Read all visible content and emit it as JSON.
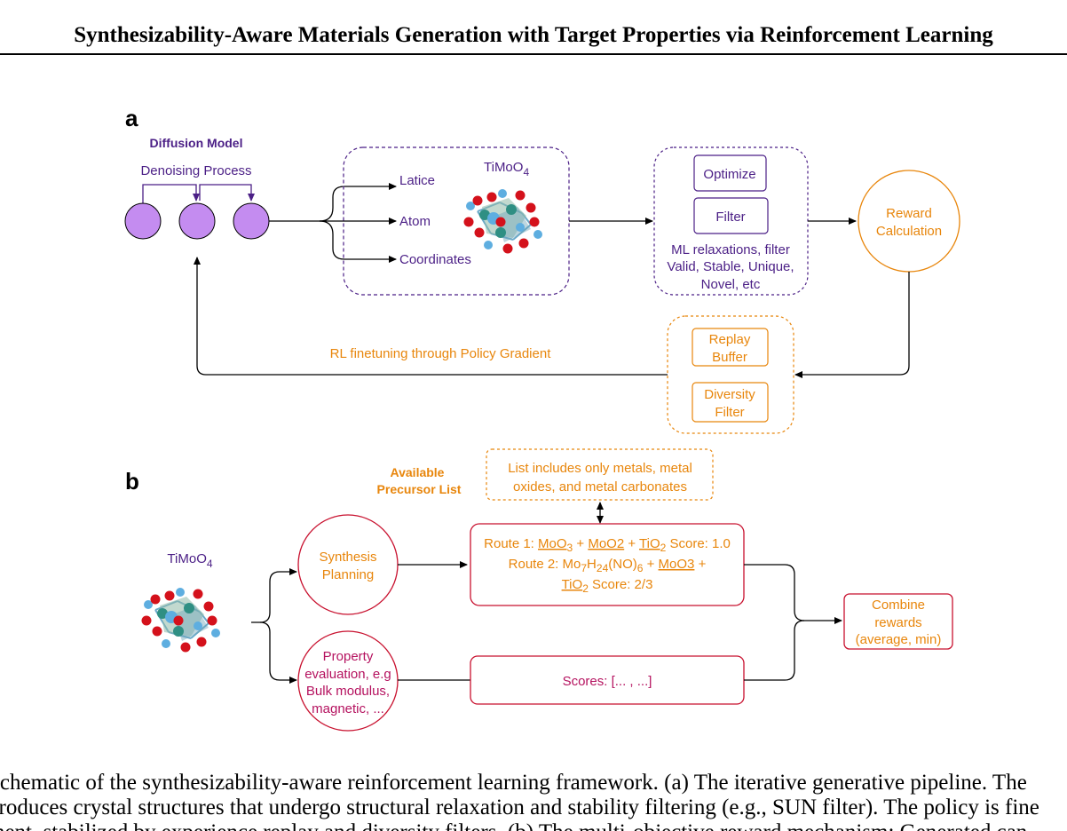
{
  "header": {
    "title": "Synthesizability-Aware Materials Generation with Target Properties via Reinforcement Learning"
  },
  "panel_a": {
    "label": "a",
    "model_title": "Diffusion Model",
    "process_label": "Denoising Process",
    "outputs": [
      "Latice",
      "Atom",
      "Coordinates"
    ],
    "formula": "TiMoO",
    "formula_sub": "4",
    "optimize_label": "Optimize",
    "filter_label": "Filter",
    "filter_note": [
      "ML relaxations, filter",
      "Valid, Stable, Unique,",
      "Novel, etc"
    ],
    "reward_label": [
      "Reward",
      "Calculation"
    ],
    "rl_label": "RL finetuning through Policy Gradient",
    "replay_label": [
      "Replay",
      "Buffer"
    ],
    "diversity_label": [
      "Diversity",
      "Filter"
    ]
  },
  "panel_b": {
    "label": "b",
    "formula": "TiMoO",
    "formula_sub": "4",
    "precursor_title": [
      "Available",
      "Precursor List"
    ],
    "precursor_note": [
      "List includes only metals, metal",
      "oxides, and metal carbonates"
    ],
    "synthesis_label": [
      "Synthesis",
      "Planning"
    ],
    "property_label": [
      "Property",
      "evaluation, e.g",
      "Bulk modulus,",
      "magnetic, ..."
    ],
    "route1": {
      "prefix": "Route 1: ",
      "m1": "MoO",
      "m1_sub": "3",
      "plus": " + ",
      "m2": "MoO2",
      "m3": "TiO",
      "m3_sub": "2",
      "score": " Score: 1.0"
    },
    "route2": {
      "prefix": "Route 2: Mo",
      "s1": "7",
      "h": "H",
      "s2": "24",
      "no": "(NO)",
      "s3": "6",
      "plus": " + ",
      "m1": "MoO3",
      "tail": " +",
      "m2": "TiO",
      "m2_sub": "2",
      "score": " Score: 2/3"
    },
    "scores_label": "Scores: [... , ...]",
    "combine_label": [
      "Combine",
      "rewards",
      "(average, min)"
    ]
  },
  "caption": {
    "lines": [
      "Schematic of the synthesizability-aware reinforcement learning framework. (a) The iterative generative pipeline. The",
      "produces crystal structures that undergo structural relaxation and stability filtering (e.g., SUN filter). The policy is fine",
      "ment, stabilized by experience replay and diversity filters. (b) The multi-objective reward mechanism: Generated can"
    ]
  },
  "colors": {
    "purple": "#4b1f86",
    "violet_fill": "#c48cf0",
    "orange": "#e8860c",
    "crimson": "#c8102e",
    "magenta": "#b5125f",
    "dark_red_text": "#8a1a1a"
  }
}
